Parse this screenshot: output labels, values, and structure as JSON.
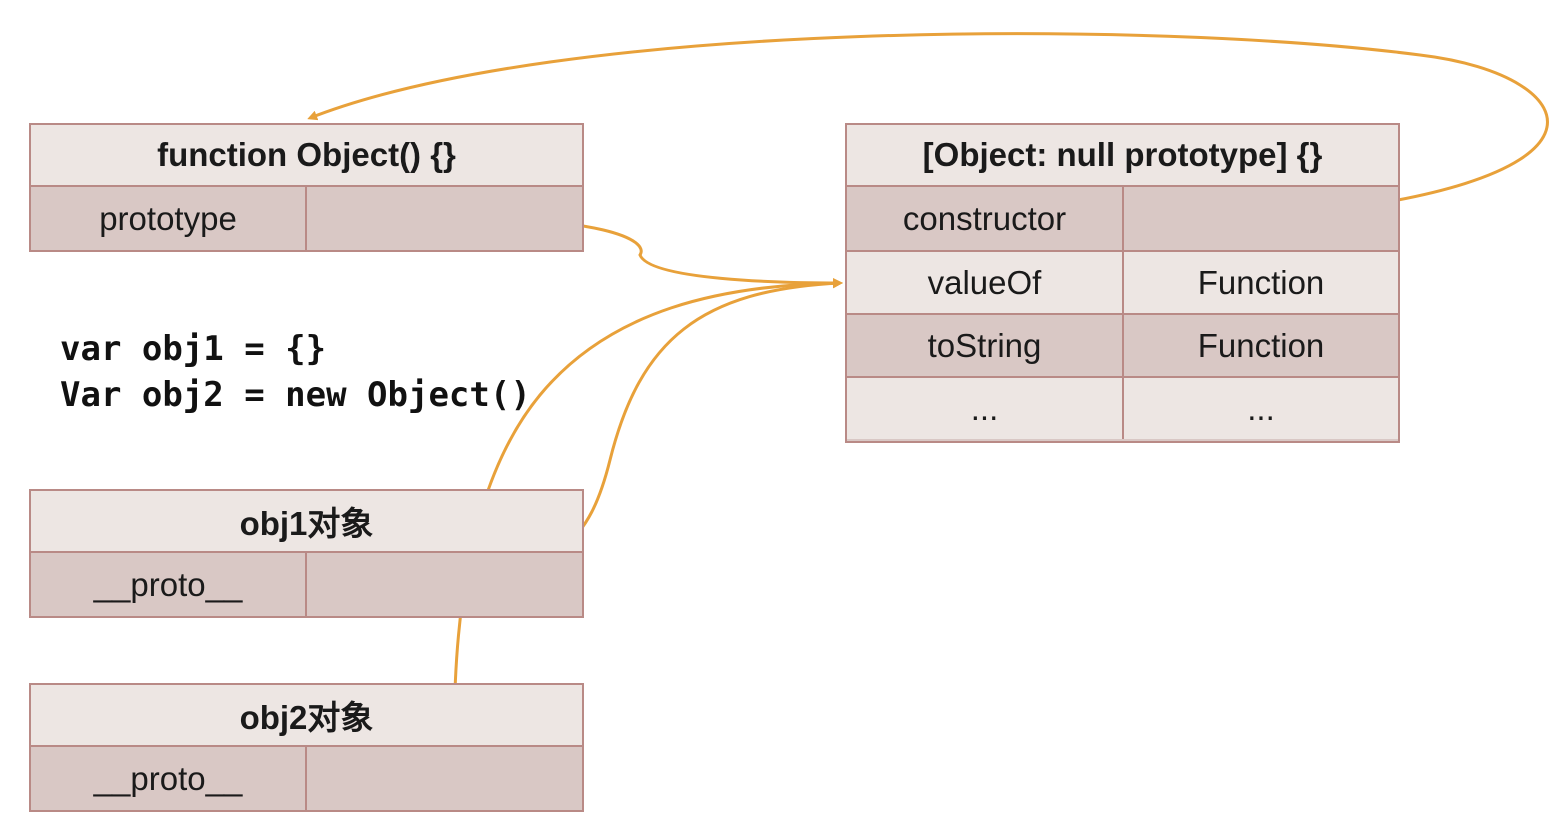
{
  "colors": {
    "arrow": "#e8a13a",
    "box_border": "#b98a86",
    "row_light": "#ede6e3",
    "row_dark": "#d9c8c5"
  },
  "function_object": {
    "title": "function Object() {}",
    "rows": [
      {
        "key": "prototype",
        "value": ""
      }
    ]
  },
  "code": {
    "line1": "var obj1 = {}",
    "line2": "Var obj2 = new Object()"
  },
  "obj1": {
    "title": "obj1对象",
    "rows": [
      {
        "key": "__proto__",
        "value": ""
      }
    ]
  },
  "obj2": {
    "title": "obj2对象",
    "rows": [
      {
        "key": "__proto__",
        "value": ""
      }
    ]
  },
  "object_prototype": {
    "title": "[Object: null prototype] {}",
    "rows": [
      {
        "key": "constructor",
        "value": ""
      },
      {
        "key": "valueOf",
        "value": "Function"
      },
      {
        "key": "toString",
        "value": "Function"
      },
      {
        "key": "...",
        "value": "..."
      }
    ]
  }
}
